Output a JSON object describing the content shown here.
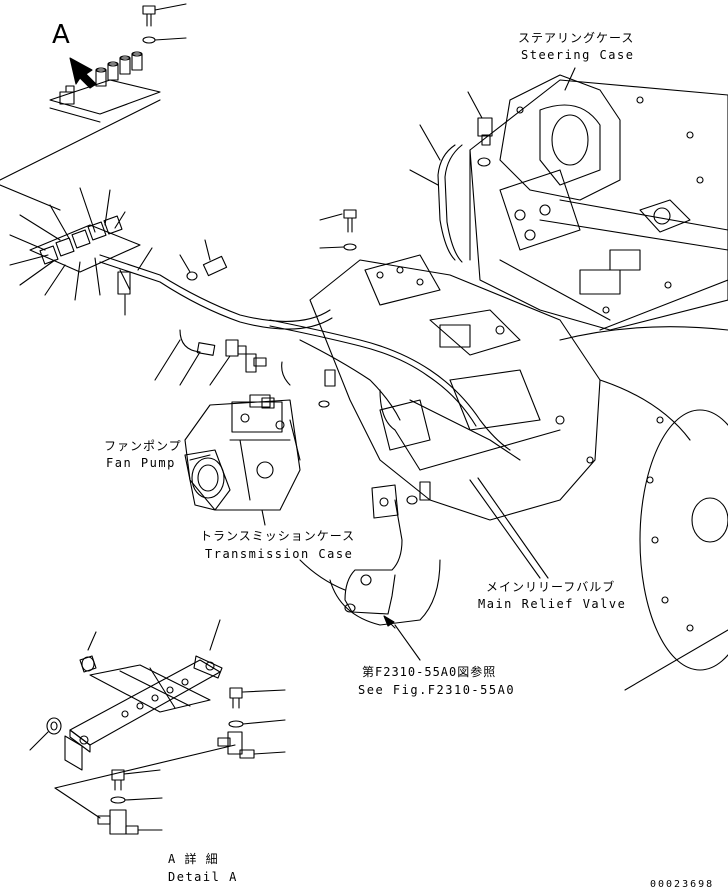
{
  "view_marker": "A",
  "callouts": {
    "steering_case": {
      "jp": "ステアリングケース",
      "en": "Steering Case"
    },
    "fan_pump": {
      "jp": "ファンポンプ",
      "en": "Fan Pump"
    },
    "transmission_case": {
      "jp": "トランスミッションケース",
      "en": "Transmission Case"
    },
    "main_relief_valve": {
      "jp": "メインリリーフバルブ",
      "en": "Main Relief Valve"
    },
    "see_fig": {
      "jp": "第F2310-55A0図参照",
      "en": "See Fig.F2310-55A0"
    },
    "detail_a": {
      "jp": "A 詳 細",
      "en": "Detail A"
    }
  },
  "document_number": "00023698"
}
